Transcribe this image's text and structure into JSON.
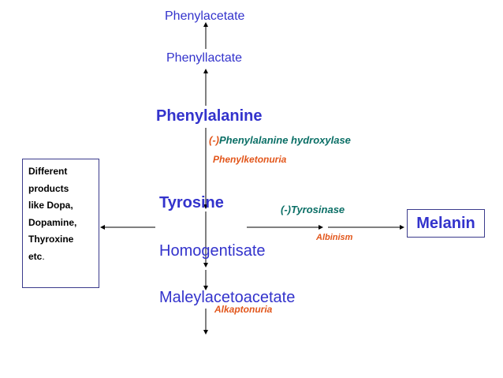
{
  "compounds": {
    "phenylacetate": "Phenylacetate",
    "phenyllactate": "Phenyllactate",
    "phenylalanine": "Phenylalanine",
    "tyrosine": "Tyrosine",
    "homogentisate": "Homogentisate",
    "maleylacetoacetate": "Maleylacetoacetate",
    "melanin": "Melanin"
  },
  "enzymes": {
    "pah_prefix": "(-)",
    "pah_name": "Phenylalanine hydroxylase",
    "tyrosinase": "(-)Tyrosinase"
  },
  "disorders": {
    "pku": "Phenylketonuria",
    "albinism": "Albinism",
    "alkaptonuria": "Alkaptonuria"
  },
  "products_box": {
    "lines": [
      "Different",
      "products",
      "like Dopa,",
      "Dopamine,",
      "Thyroxine",
      "etc"
    ],
    "period": "."
  },
  "colors": {
    "compound": "#3333cc",
    "enzyme": "#0b6f66",
    "disorder": "#e2561b",
    "box_border": "#3b3b8c",
    "arrow": "#000000"
  }
}
